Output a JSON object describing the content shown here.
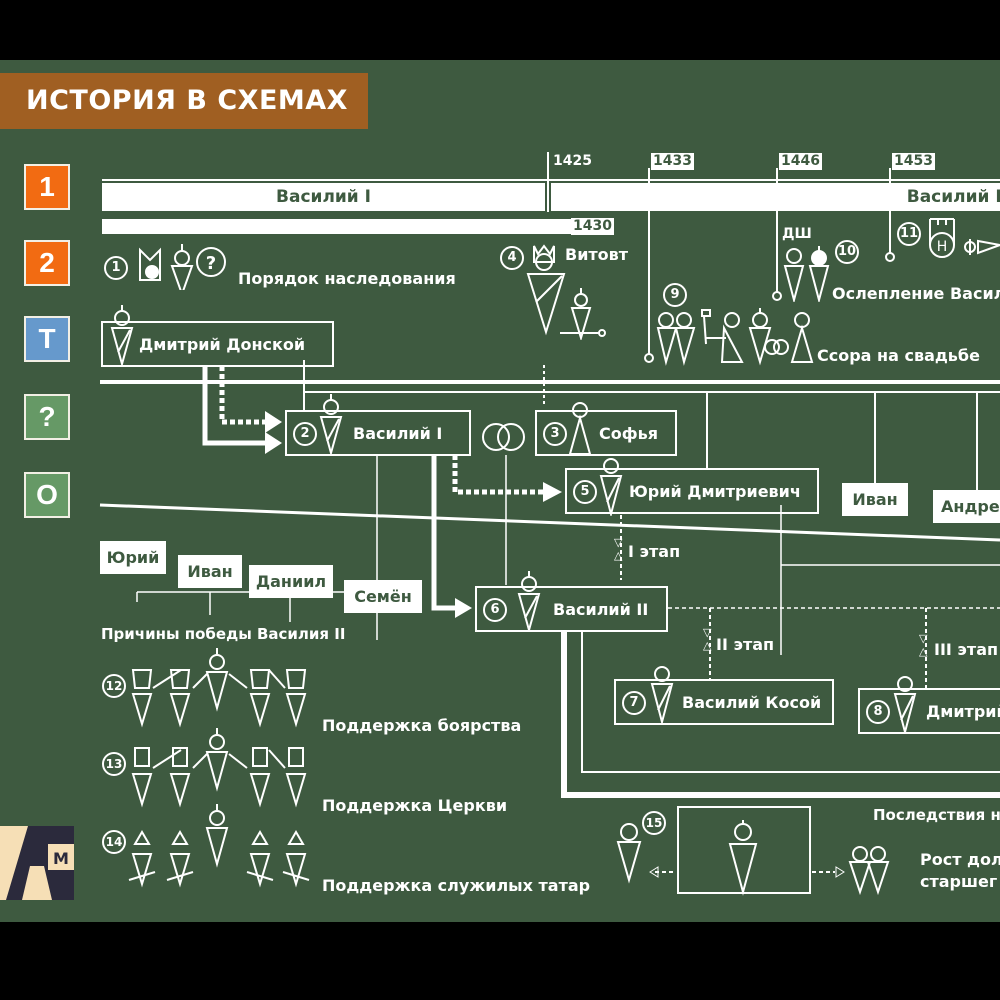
{
  "header": {
    "title": "ИСТОРИЯ В СХЕМАХ"
  },
  "colors": {
    "board": "#3e5a40",
    "title_bar": "#a05f22",
    "orange": "#f26b12",
    "blue": "#6699cc",
    "green_btn": "#669966",
    "line": "#ffffff"
  },
  "sidebar": {
    "items": [
      {
        "label": "1",
        "color": "#f26b12"
      },
      {
        "label": "2",
        "color": "#f26b12"
      },
      {
        "label": "Т",
        "color": "#6699cc"
      },
      {
        "label": "?",
        "color": "#669966"
      },
      {
        "label": "О",
        "color": "#669966"
      }
    ]
  },
  "timeline": {
    "years": [
      "1425",
      "1433",
      "1446",
      "1453"
    ],
    "reign_left": "Василий I",
    "reign_right": "Василий II",
    "sub_year": "1430"
  },
  "events": {
    "e1": {
      "num": "1",
      "label": "Порядок наследования"
    },
    "e4": {
      "num": "4",
      "label": "Витовт"
    },
    "e9": {
      "num": "9",
      "label": "Ссора на свадьбе"
    },
    "e10": {
      "num": "10",
      "prefix": "ДШ",
      "label": "Ослепление Васил"
    },
    "e11": {
      "num": "11"
    }
  },
  "persons": {
    "dmitry_donskoy": {
      "label": "Дмитрий Донской"
    },
    "p2": {
      "num": "2",
      "label": "Василий I"
    },
    "p3": {
      "num": "3",
      "label": "Софья"
    },
    "p5": {
      "num": "5",
      "label": "Юрий Дмитриевич"
    },
    "p6": {
      "num": "6",
      "label": "Василий II"
    },
    "p7": {
      "num": "7",
      "label": "Василий Косой"
    },
    "p8": {
      "num": "8",
      "label": "Дмитрий"
    }
  },
  "siblings": [
    "Юрий",
    "Иван",
    "Даниил",
    "Семён"
  ],
  "yuri_sons": [
    "Иван",
    "Андре"
  ],
  "stages": [
    "I этап",
    "II этап",
    "III этап"
  ],
  "reasons": {
    "title": "Причины победы Василия II",
    "items": [
      {
        "num": "12",
        "label": "Поддержка боярства"
      },
      {
        "num": "13",
        "label": "Поддержка Церкви"
      },
      {
        "num": "14",
        "label": "Поддержка служилых татар"
      }
    ]
  },
  "consequences": {
    "title": "Последствия н",
    "num": "15",
    "line1": "Рост дол",
    "line2": "старшег"
  },
  "logo": {
    "text": "АМ"
  }
}
